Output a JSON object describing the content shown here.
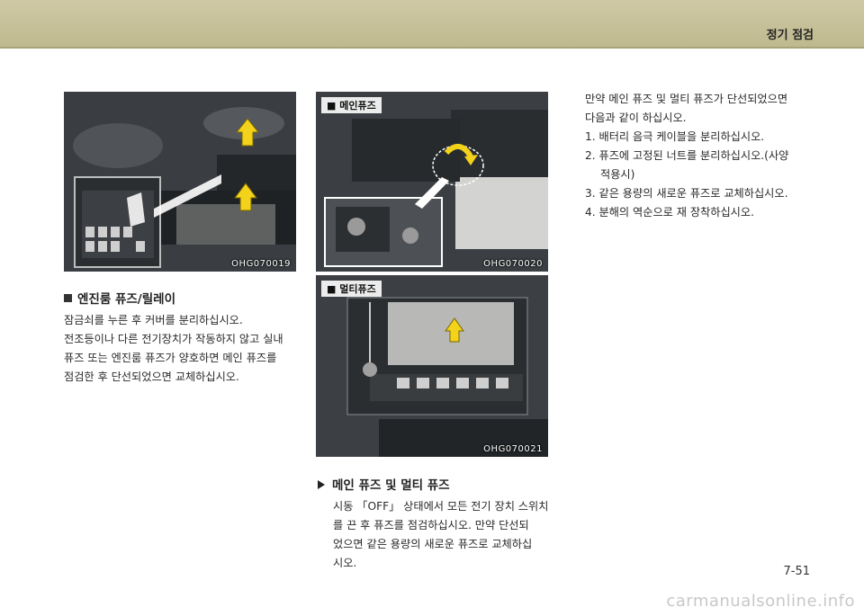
{
  "header": {
    "section_title": "정기 점검"
  },
  "figures": {
    "engine_fuse": {
      "code": "OHG070019"
    },
    "main_fuse": {
      "label": "■ 메인퓨즈",
      "code": "OHG070020"
    },
    "multi_fuse": {
      "label": "■ 멀티퓨즈",
      "code": "OHG070021"
    }
  },
  "engine_section": {
    "title": "엔진룸 퓨즈/릴레이",
    "body": [
      "잠금쇠를 누른 후 커버를 분리하십시오.",
      "전조등이나 다른 전기장치가 작동하지 않고 실내",
      "퓨즈 또는 엔진룸 퓨즈가 양호하면 메인 퓨즈를",
      "점검한 후 단선되었으면 교체하십시오."
    ]
  },
  "main_multi_section": {
    "title": "메인 퓨즈 및 멀티 퓨즈",
    "body": [
      "시동 「OFF」 상태에서 모든 전기 장치 스위치",
      "를 끈 후 퓨즈를 점검하십시오. 만약 단선되",
      "었으면 같은 용량의 새로운 퓨즈로 교체하십",
      "시오."
    ]
  },
  "right_section": {
    "intro": [
      "만약 메인 퓨즈 및 멀티 퓨즈가 단선되었으면",
      "다음과 같이 하십시오."
    ],
    "steps": [
      "1.  배터리 음극 케이블을 분리하십시오.",
      "2.  퓨즈에 고정된 너트를 분리하십시오.(사양",
      "3.  같은 용량의 새로운 퓨즈로 교체하십시오.",
      "4.  분해의 역순으로 재 장착하십시오."
    ],
    "step2_cont": "적용시)"
  },
  "page_number": "7-51",
  "watermark": "carmanualsonline.info",
  "colors": {
    "header": "#c8c29b",
    "arrow": "#f2d21a"
  }
}
